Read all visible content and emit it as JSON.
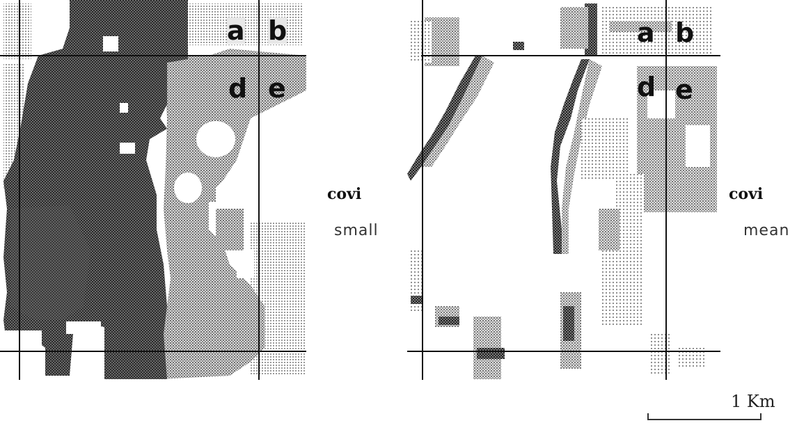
{
  "panels": [
    {
      "id": "left",
      "labels": {
        "a": "a",
        "b": "b",
        "d": "d",
        "e": "e"
      },
      "title": "covi",
      "subtitle": "small"
    },
    {
      "id": "right",
      "labels": {
        "a": "a",
        "b": "b",
        "d": "d",
        "e": "e"
      },
      "title": "covi",
      "subtitle": "mean"
    }
  ],
  "scale": {
    "label": "1 Km"
  },
  "colors": {
    "dark": "#3a3a3a",
    "mid": "#7a7a7a",
    "light": "#a8a8a8",
    "line": "#111111"
  }
}
